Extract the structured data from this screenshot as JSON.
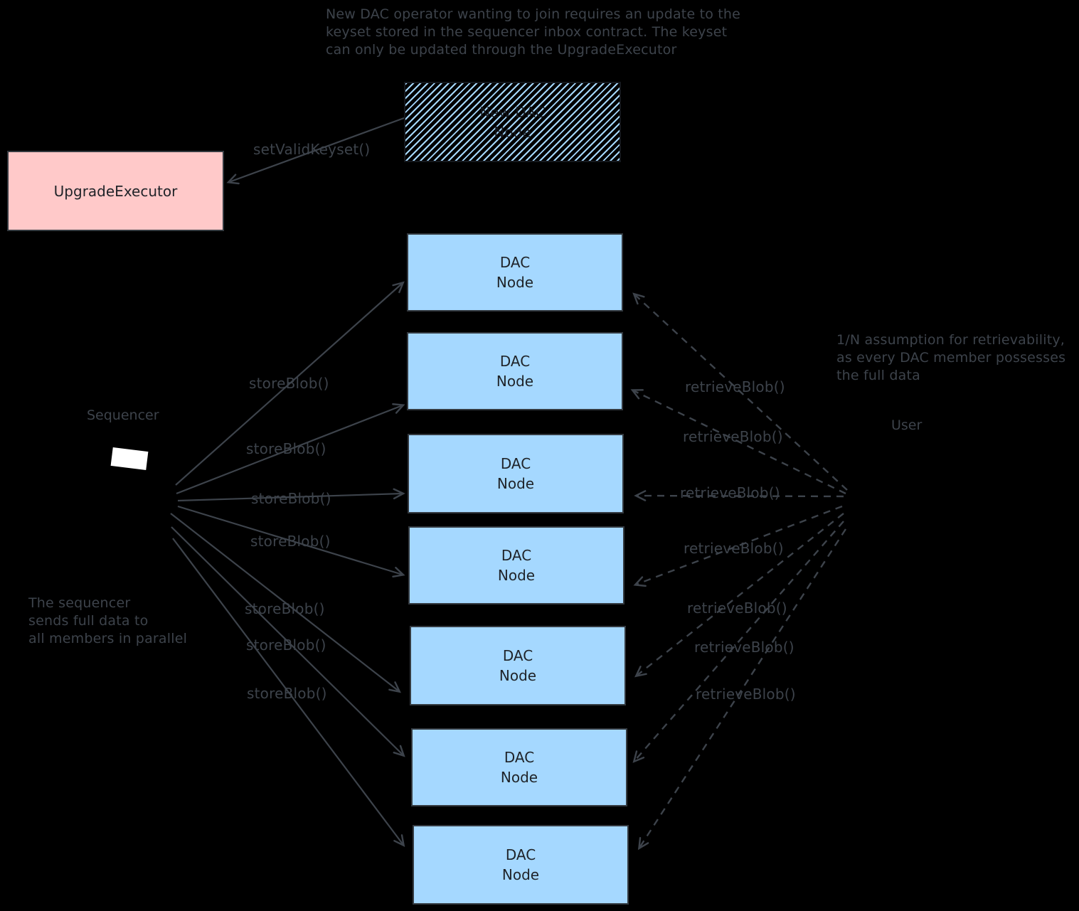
{
  "notes": {
    "keyset": "New DAC operator wanting to join requires an update to the\nkeyset stored in the sequencer inbox contract. The keyset\ncan only be updated through the UpgradeExecutor",
    "sequencer": "The sequencer\nsends full data to\nall members in parallel",
    "retrievability": "1/N assumption for retrievability,\nas every DAC member possesses\nthe full data"
  },
  "actors": {
    "sequencer_label": "Sequencer",
    "user_label": "User"
  },
  "boxes": {
    "upgrade_executor": "UpgradeExecutor",
    "new_dac_node": "New DAC\nNode",
    "dac_node": "DAC\nNode"
  },
  "edge_labels": {
    "set_valid_keyset": "setValidKeyset()",
    "store_blob": "storeBlob()",
    "retrieve_blob": "retrieveBlob()"
  },
  "dac_node_count": 7,
  "colors": {
    "background": "#000000",
    "dac_node_fill": "#a5d8ff",
    "new_dac_node_hatch": "#a5d8ff",
    "upgrade_executor_fill": "#ffc9c9",
    "ink": "#3d434b",
    "box_border": "#343a40",
    "sequencer_screen": "#ffffff"
  }
}
